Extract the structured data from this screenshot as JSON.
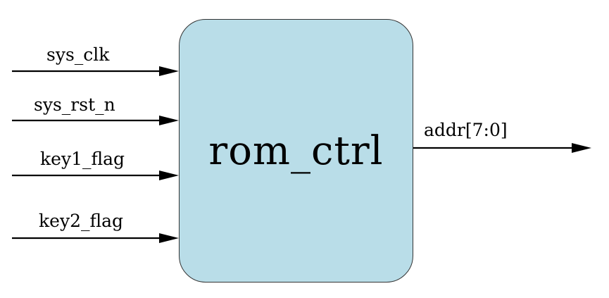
{
  "module": {
    "name": "rom_ctrl",
    "fill_color": "#b9dde8",
    "border_color": "#333333"
  },
  "inputs": [
    {
      "label": "sys_clk"
    },
    {
      "label": "sys_rst_n"
    },
    {
      "label": "key1_flag"
    },
    {
      "label": "key2_flag"
    }
  ],
  "outputs": [
    {
      "label": "addr[7:0]"
    }
  ]
}
